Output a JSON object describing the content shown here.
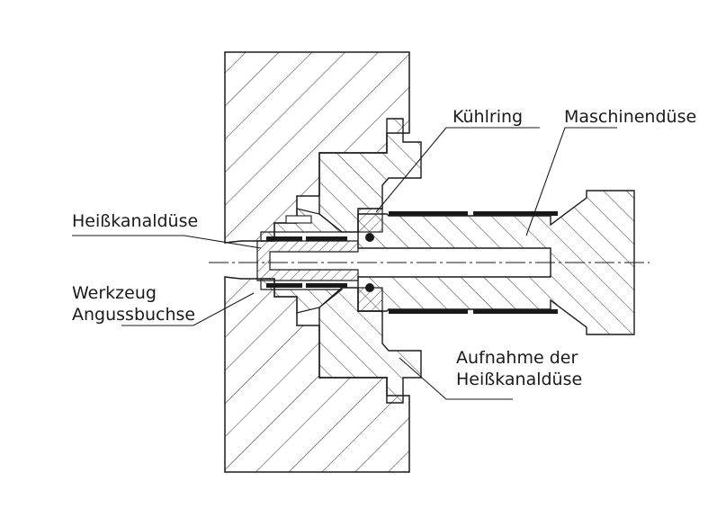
{
  "labels": {
    "kuehlring": "Kühlring",
    "maschinenduese": "Maschinendüse",
    "heisskanalduese": "Heißkanaldüse",
    "werkzeug_line1": "Werkzeug",
    "werkzeug_line2": "Angussbuchse",
    "aufnahme_line1": "Aufnahme der",
    "aufnahme_line2": "Heißkanaldüse"
  },
  "colors": {
    "line": "#1a1a1a",
    "hatch": "#3a3a3a",
    "heater_band": "#1a1a1a",
    "background": "#ffffff"
  }
}
